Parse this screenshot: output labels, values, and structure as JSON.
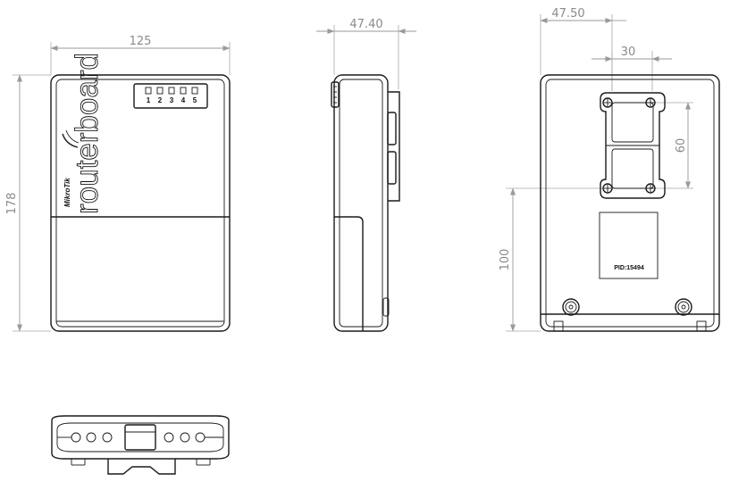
{
  "dimensions": {
    "front_width": "125",
    "front_height": "178",
    "side_depth": "47.40",
    "back_depth": "47.50",
    "mount_spacing_h": "30",
    "mount_spacing_v": "60",
    "mount_height": "100"
  },
  "front": {
    "brand_logo": "routerboard",
    "brand_maker": "MikroTik",
    "led_labels": [
      "1",
      "2",
      "3",
      "4",
      "5"
    ]
  },
  "back": {
    "pid_label": "PID:15494"
  },
  "colors": {
    "outline": "#1a1a1a",
    "dimension": "#8a8a8a"
  }
}
